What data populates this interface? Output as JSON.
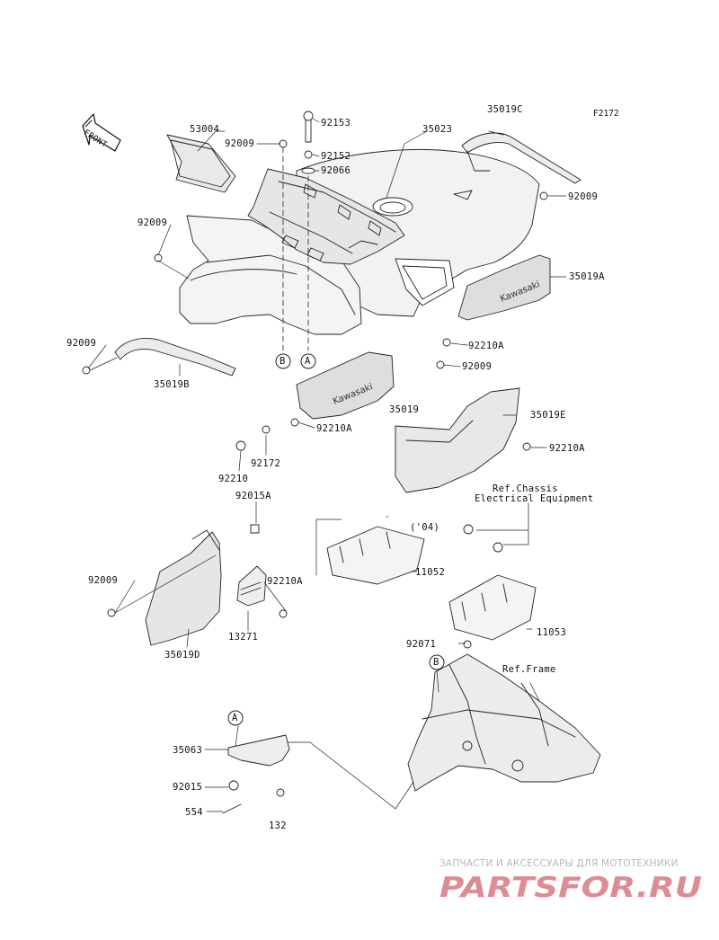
{
  "figure_code": "F2172",
  "front_label": "FRONT",
  "parts": {
    "p53004": "53004",
    "p92009_top": "92009",
    "p92153": "92153",
    "p92152": "92152",
    "p92066": "92066",
    "p35023": "35023",
    "p35019C": "35019C",
    "p92009_right": "92009",
    "p92009_left": "92009",
    "p35019A": "35019A",
    "p92210A_r": "92210A",
    "p92009_mid": "92009",
    "p92009_bl": "92009",
    "p35019B": "35019B",
    "p92210A_m": "92210A",
    "p35019": "35019",
    "p35019E": "35019E",
    "p92210A_e": "92210A",
    "p92210": "92210",
    "p92172": "92172",
    "p92015A": "92015A",
    "p92009_d": "92009",
    "p92210A_d": "92210A",
    "p13271": "13271",
    "p35019D": "35019D",
    "p11052": "11052",
    "p11053": "11053",
    "p92071": "92071",
    "p35063": "35063",
    "p92015": "92015",
    "p554": "554",
    "p132": "132"
  },
  "refs": {
    "chassis_line1": "Ref.Chassis",
    "chassis_line2": "Electrical Equipment",
    "frame": "Ref.Frame",
    "year": "('04)"
  },
  "callouts": {
    "a_top": "A",
    "b_top": "B",
    "a_bottom": "A",
    "b_frame": "B"
  },
  "fender_logo_text": "Kawasaki",
  "watermark": {
    "tagline": "ЗАПЧАСТИ И АКСЕССУАРЫ ДЛЯ МОТОТЕХНИКИ",
    "logo": "PARTSFOR.RU",
    "logo_color": "#c0303a"
  }
}
